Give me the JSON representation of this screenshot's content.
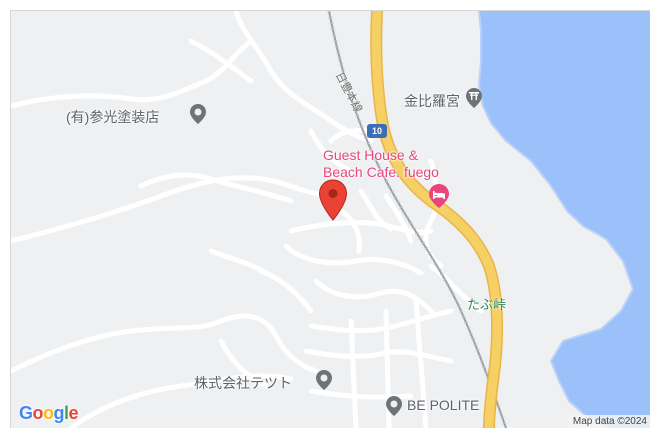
{
  "map": {
    "colors": {
      "land": "#eef0f2",
      "water": "#9cc0f9",
      "road": "#ffffff",
      "highway": "#f6cf65",
      "highway_edge": "#e8b548",
      "rail": "#9aa0a6",
      "poi_text": "#5f6368",
      "hotel": "#e8467d",
      "pass_text": "#2e8b57",
      "pin": "#ea4335"
    },
    "pois": [
      {
        "id": "paint-shop",
        "label": "(有)参光塗装店",
        "icon": "map-pin-icon"
      },
      {
        "id": "konpira",
        "label": "金比羅宮",
        "icon": "shrine-pin-icon"
      },
      {
        "id": "company",
        "label": "株式会社テツト",
        "icon": "map-pin-icon"
      },
      {
        "id": "be-polite",
        "label": "BE POLITE",
        "icon": "map-pin-icon"
      }
    ],
    "hotel": {
      "line1": "Guest House &",
      "line2": "Beach Cafe. fuego",
      "icon": "bed-icon"
    },
    "pass": {
      "label": "たぶ峠"
    },
    "railway": {
      "label": "日豊本線"
    },
    "route": {
      "number": "10"
    },
    "google_logo": {
      "letters": [
        "G",
        "o",
        "o",
        "g",
        "l",
        "e"
      ],
      "colors": [
        "#4285f4",
        "#ea4335",
        "#fbbc05",
        "#4285f4",
        "#34a853",
        "#ea4335"
      ]
    },
    "attribution": "Map data ©2024"
  }
}
